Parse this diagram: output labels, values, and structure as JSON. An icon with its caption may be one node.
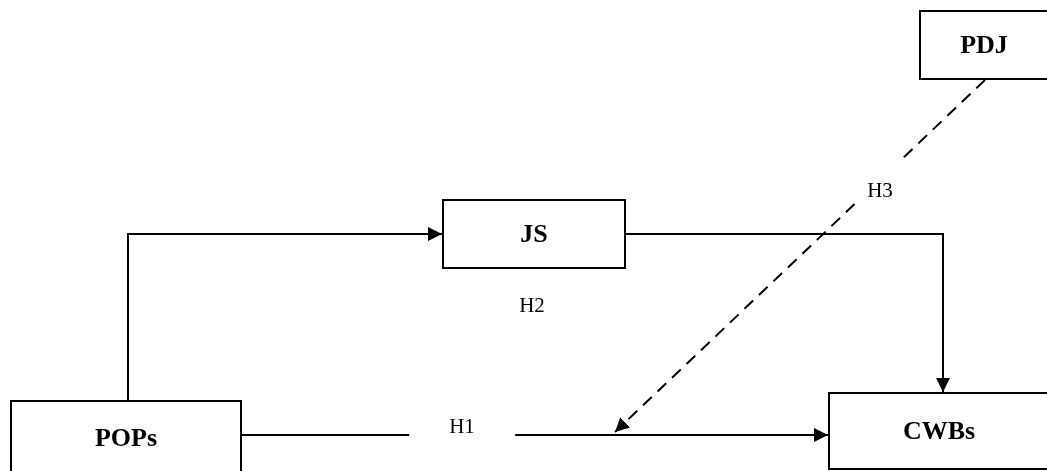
{
  "diagram": {
    "nodes": [
      {
        "text": [
          "PDJ"
        ]
      },
      {
        "text": [
          "JS"
        ]
      },
      {
        "text": [
          "POPs"
        ]
      },
      {
        "text": [
          "CWBs"
        ]
      }
    ],
    "edges": [
      {
        "from": 2,
        "to": 1,
        "arrow": "to"
      },
      {
        "from": 1,
        "to": 3,
        "arrow": "to"
      },
      {
        "from": 2,
        "to": 3,
        "arrow": "to",
        "label": "H1"
      },
      {
        "from": 0,
        "to": null,
        "arrow": "to",
        "label": "H3",
        "style": "dashed"
      }
    ],
    "labels": [
      "H2"
    ]
  }
}
